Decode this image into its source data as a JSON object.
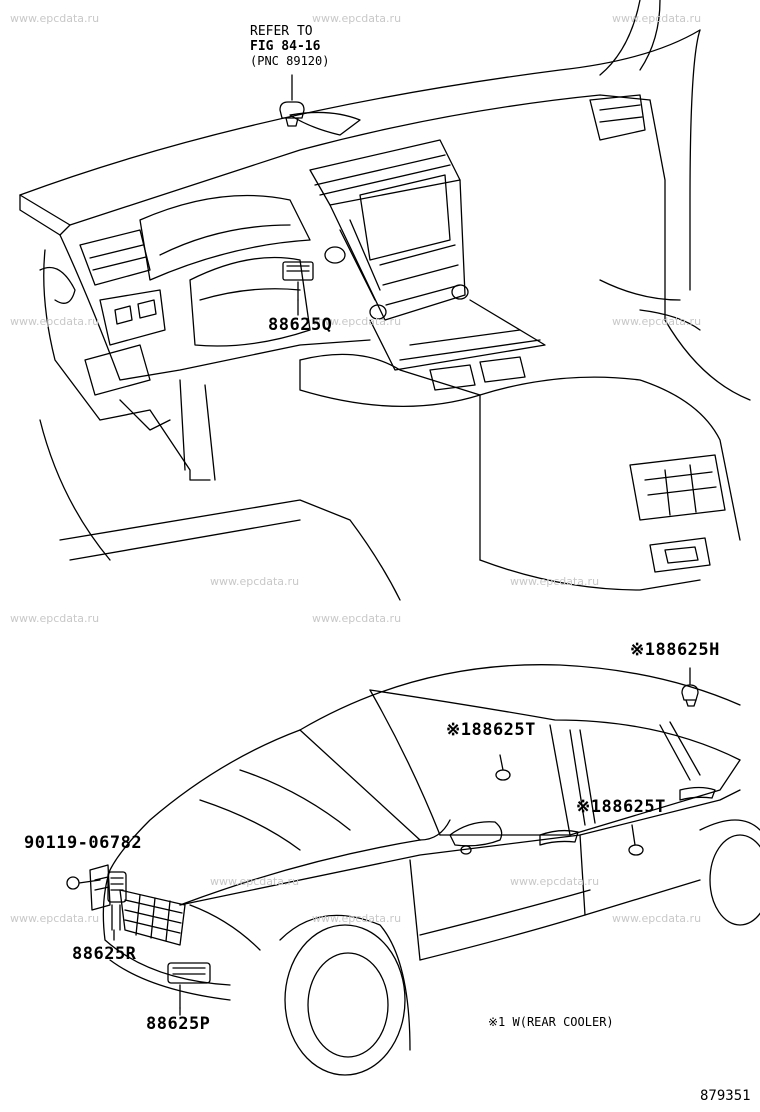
{
  "watermark": "www.epcdata.ru",
  "refer": {
    "line1": "REFER TO",
    "line2": "FIG 84-16",
    "line3": "(PNC 89120)"
  },
  "parts": {
    "p88625Q": "88625Q",
    "p88625H": "※188625H",
    "p88625T_upper": "※188625T",
    "p88625T_lower": "※188625T",
    "p90119": "90119-06782",
    "p88625R": "88625R",
    "p88625P": "88625P"
  },
  "footnote": "※1 W(REAR COOLER)",
  "diagram_code": "879351"
}
